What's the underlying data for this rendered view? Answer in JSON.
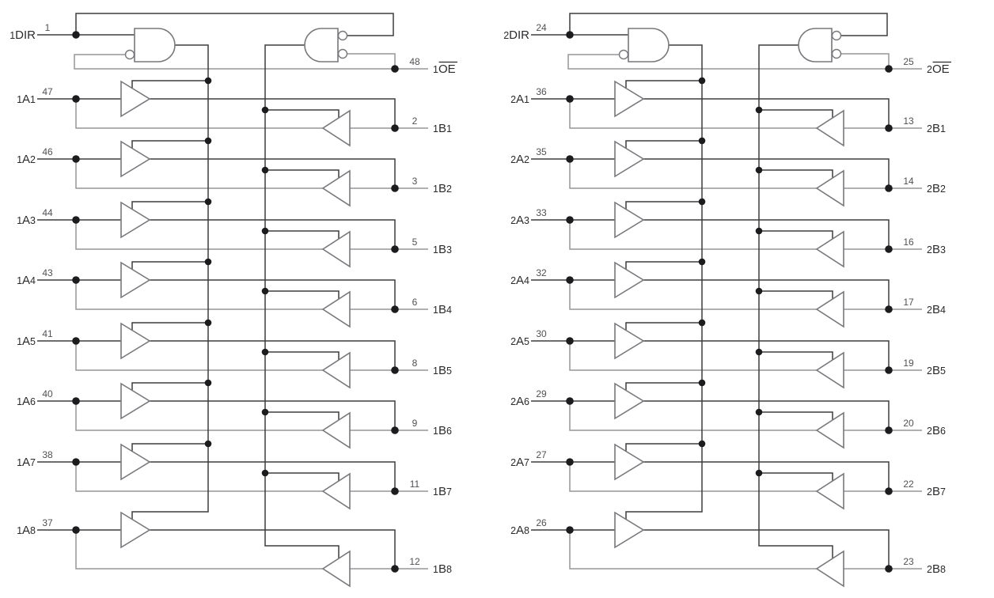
{
  "figure": {
    "type": "logic-diagram",
    "description": "Dual 8-bit bus transceiver logic diagram, two identical channel groups"
  },
  "palette": {
    "background": "#ffffff",
    "wire_dark": "#3d3d3f",
    "wire_light": "#96969a",
    "gate_stroke": "#77787b",
    "gate_fill": "#ffffff",
    "junction_dot": "#1c1c1e",
    "label_text": "#2b2b2e",
    "pin_number_text": "#515154"
  },
  "halves": [
    {
      "name": "half-1",
      "dir": {
        "label": "1DIR",
        "pin": "1"
      },
      "oe": {
        "prefix": "1",
        "base": "OE",
        "pin": "48"
      },
      "channels": [
        {
          "a": {
            "label": "1A1",
            "pin": "47"
          },
          "b": {
            "label": "1B1",
            "pin": "2"
          }
        },
        {
          "a": {
            "label": "1A2",
            "pin": "46"
          },
          "b": {
            "label": "1B2",
            "pin": "3"
          }
        },
        {
          "a": {
            "label": "1A3",
            "pin": "44"
          },
          "b": {
            "label": "1B3",
            "pin": "5"
          }
        },
        {
          "a": {
            "label": "1A4",
            "pin": "43"
          },
          "b": {
            "label": "1B4",
            "pin": "6"
          }
        },
        {
          "a": {
            "label": "1A5",
            "pin": "41"
          },
          "b": {
            "label": "1B5",
            "pin": "8"
          }
        },
        {
          "a": {
            "label": "1A6",
            "pin": "40"
          },
          "b": {
            "label": "1B6",
            "pin": "9"
          }
        },
        {
          "a": {
            "label": "1A7",
            "pin": "38"
          },
          "b": {
            "label": "1B7",
            "pin": "11"
          }
        },
        {
          "a": {
            "label": "1A8",
            "pin": "37"
          },
          "b": {
            "label": "1B8",
            "pin": "12"
          }
        }
      ]
    },
    {
      "name": "half-2",
      "dir": {
        "label": "2DIR",
        "pin": "24"
      },
      "oe": {
        "prefix": "2",
        "base": "OE",
        "pin": "25"
      },
      "channels": [
        {
          "a": {
            "label": "2A1",
            "pin": "36"
          },
          "b": {
            "label": "2B1",
            "pin": "13"
          }
        },
        {
          "a": {
            "label": "2A2",
            "pin": "35"
          },
          "b": {
            "label": "2B2",
            "pin": "14"
          }
        },
        {
          "a": {
            "label": "2A3",
            "pin": "33"
          },
          "b": {
            "label": "2B3",
            "pin": "16"
          }
        },
        {
          "a": {
            "label": "2A4",
            "pin": "32"
          },
          "b": {
            "label": "2B4",
            "pin": "17"
          }
        },
        {
          "a": {
            "label": "2A5",
            "pin": "30"
          },
          "b": {
            "label": "2B5",
            "pin": "19"
          }
        },
        {
          "a": {
            "label": "2A6",
            "pin": "29"
          },
          "b": {
            "label": "2B6",
            "pin": "20"
          }
        },
        {
          "a": {
            "label": "2A7",
            "pin": "27"
          },
          "b": {
            "label": "2B7",
            "pin": "22"
          }
        },
        {
          "a": {
            "label": "2A8",
            "pin": "26"
          },
          "b": {
            "label": "2B8",
            "pin": "23"
          }
        }
      ]
    }
  ]
}
